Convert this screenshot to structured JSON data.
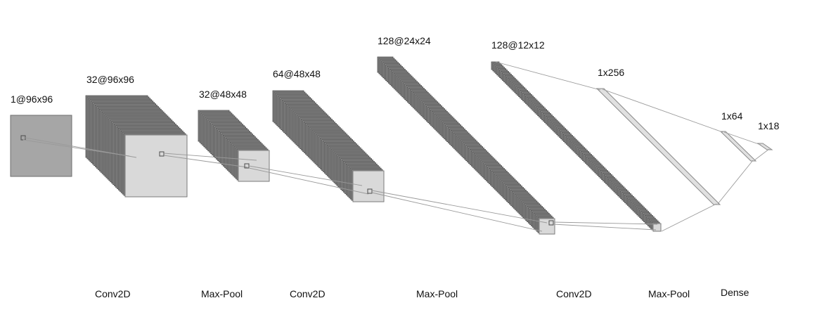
{
  "diagram": {
    "layers": [
      {
        "id": "input",
        "shape": "1@96x96"
      },
      {
        "id": "conv1",
        "shape": "32@96x96"
      },
      {
        "id": "pool1",
        "shape": "32@48x48"
      },
      {
        "id": "conv2",
        "shape": "64@48x48"
      },
      {
        "id": "conv3",
        "shape": "128@24x24"
      },
      {
        "id": "pool3",
        "shape": "128@12x12"
      },
      {
        "id": "flat",
        "shape": "1x256"
      },
      {
        "id": "dense1",
        "shape": "1x64"
      },
      {
        "id": "output",
        "shape": "1x18"
      }
    ],
    "operations": [
      "Conv2D",
      "Max-Pool",
      "Conv2D",
      "Max-Pool",
      "Conv2D",
      "Max-Pool",
      "Dense"
    ],
    "colors": {
      "input_fill": "#a6a6a6",
      "map_dark": "#8c8c8c",
      "map_edge": "#4d4d4d",
      "front_fill": "#d9d9d9",
      "vector_fill": "#e0e0e0",
      "line": "#9a9a9a"
    }
  }
}
